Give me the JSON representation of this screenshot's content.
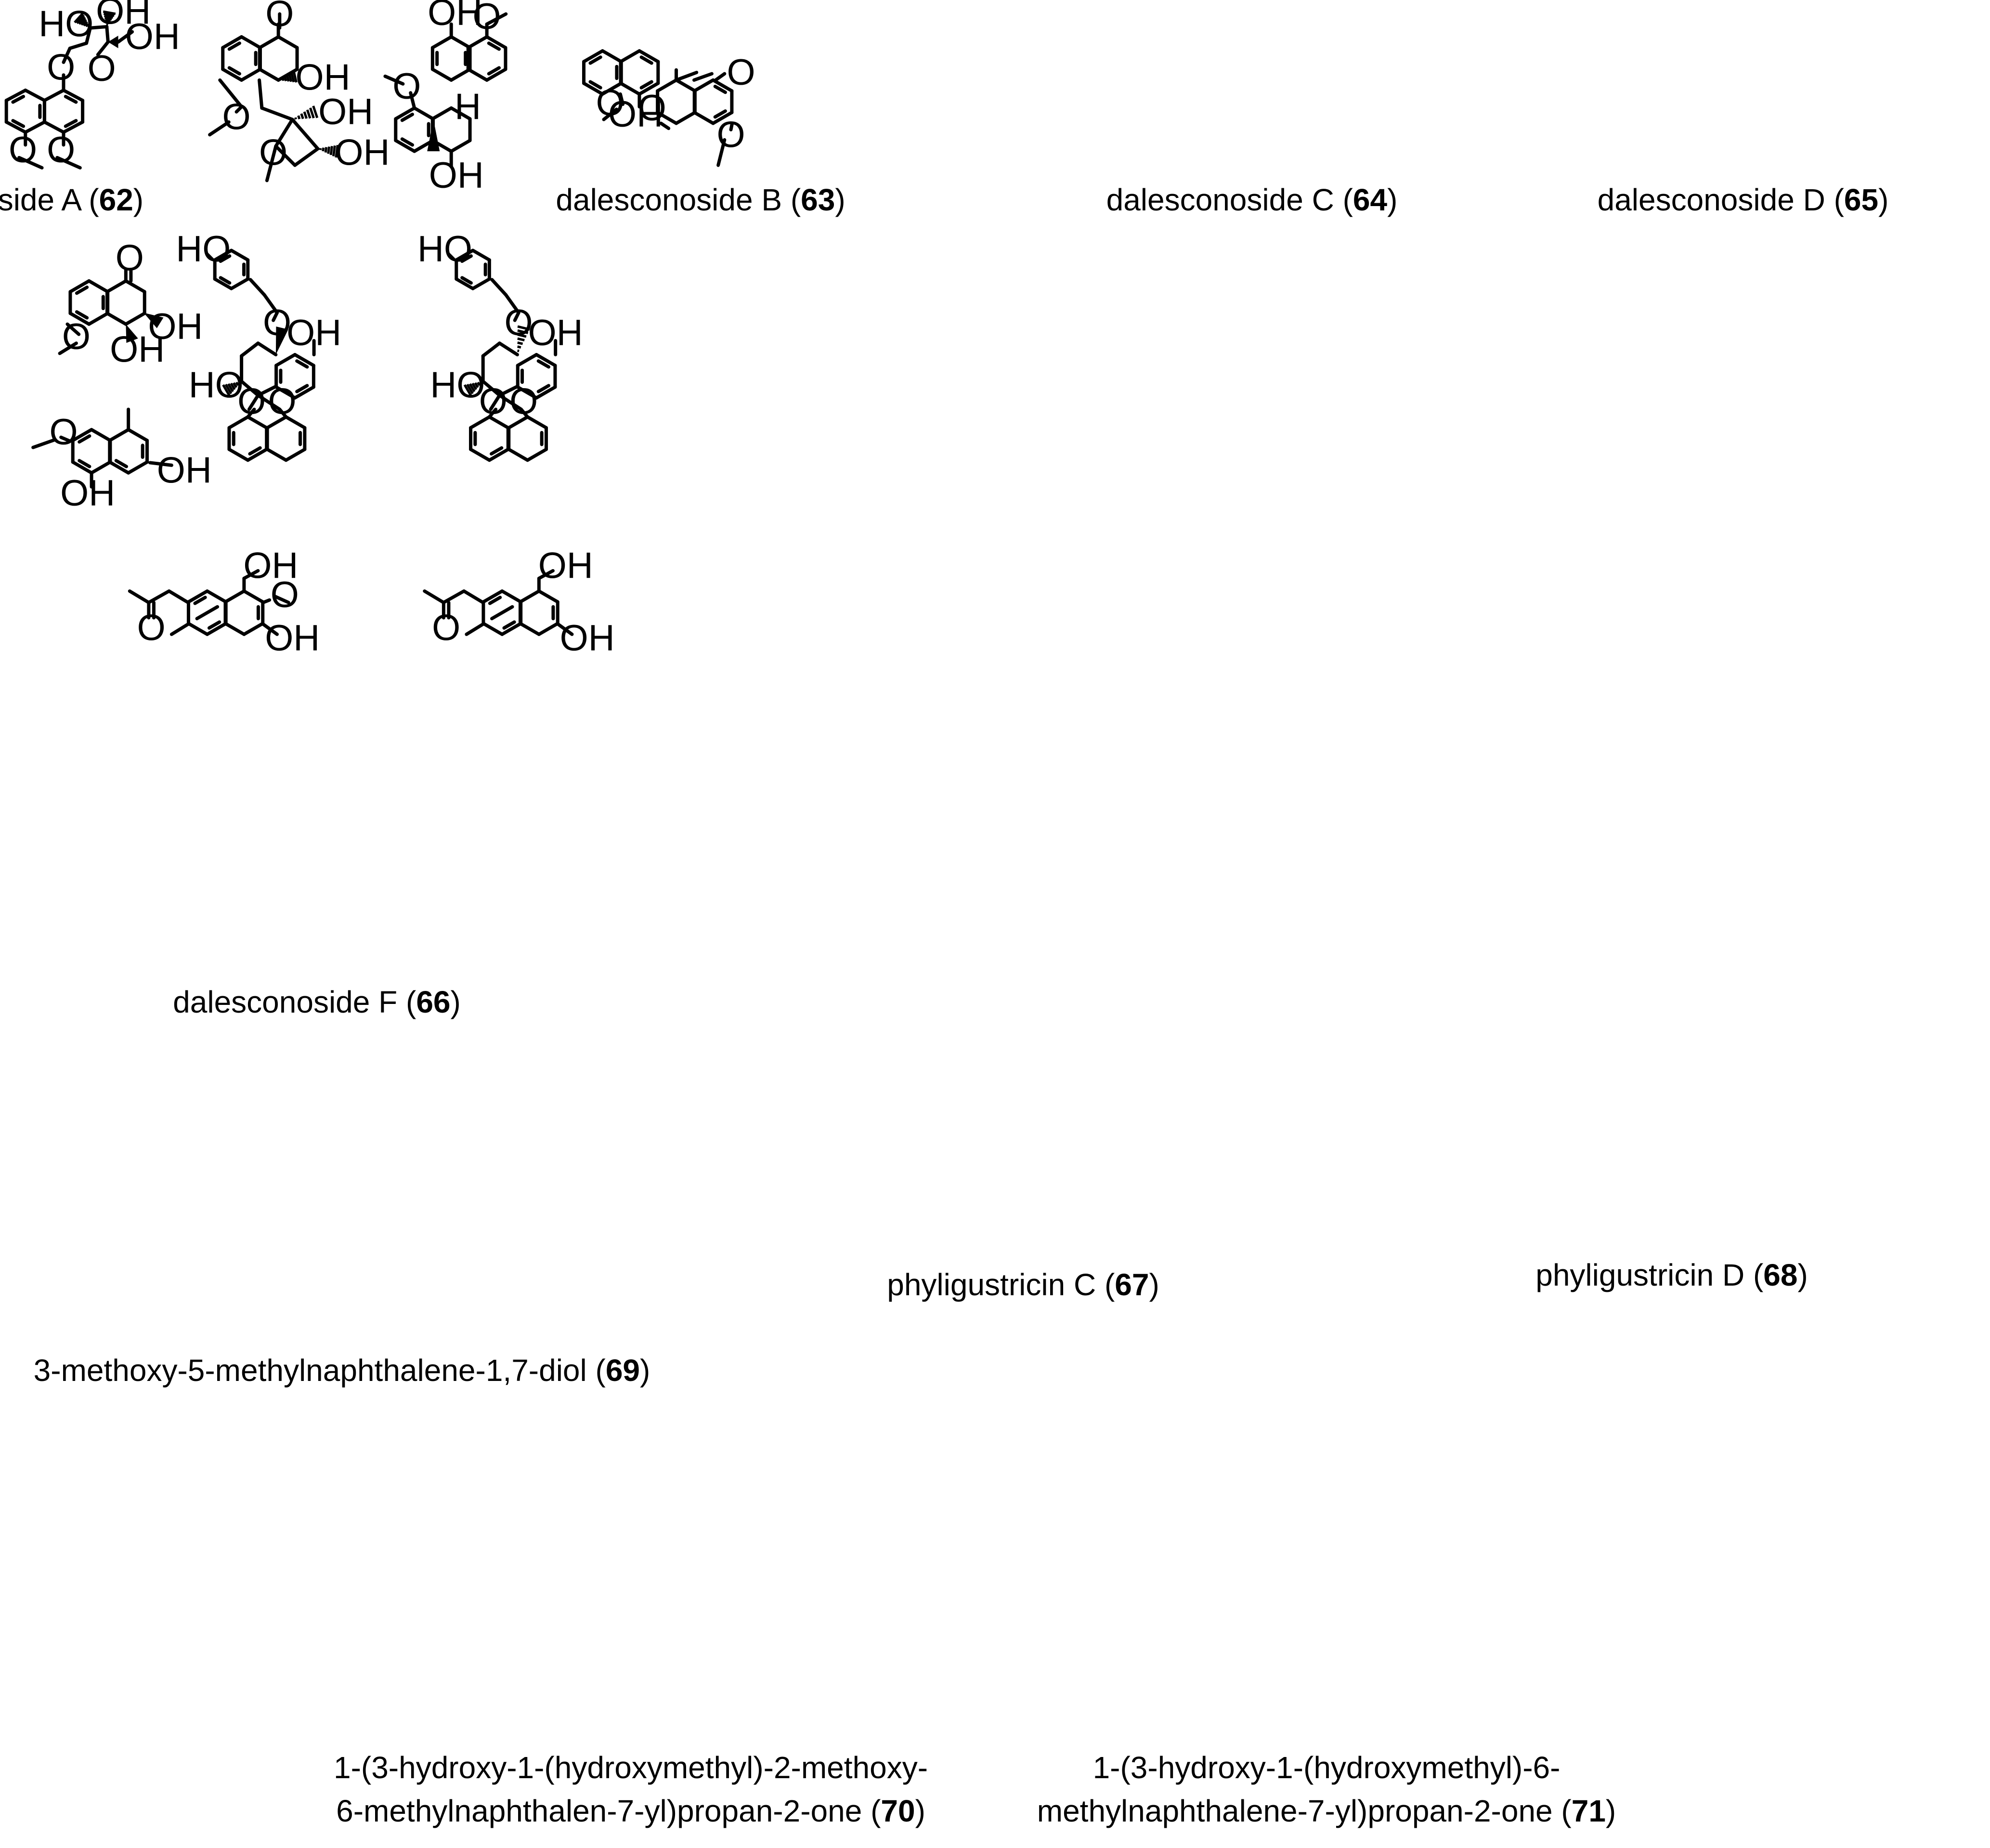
{
  "compounds": [
    {
      "id": "62",
      "caption": [
        {
          "text": "dalesconoside A (",
          "bold": false
        },
        {
          "text": "62",
          "bold": true
        },
        {
          "text": ")",
          "bold": false
        }
      ]
    },
    {
      "id": "63",
      "caption": [
        {
          "text": "dalesconoside B (",
          "bold": false
        },
        {
          "text": "63",
          "bold": true
        },
        {
          "text": ")",
          "bold": false
        }
      ]
    },
    {
      "id": "64",
      "caption": [
        {
          "text": "dalesconoside C (",
          "bold": false
        },
        {
          "text": "64",
          "bold": true
        },
        {
          "text": ")",
          "bold": false
        }
      ]
    },
    {
      "id": "65",
      "caption": [
        {
          "text": "dalesconoside D (",
          "bold": false
        },
        {
          "text": "65",
          "bold": true
        },
        {
          "text": ")",
          "bold": false
        }
      ]
    },
    {
      "id": "66",
      "caption": [
        {
          "text": "dalesconoside F (",
          "bold": false
        },
        {
          "text": "66",
          "bold": true
        },
        {
          "text": ")",
          "bold": false
        }
      ]
    },
    {
      "id": "67",
      "caption": [
        {
          "text": "phyligustricin C (",
          "bold": false
        },
        {
          "text": "67",
          "bold": true
        },
        {
          "text": ")",
          "bold": false
        }
      ]
    },
    {
      "id": "68",
      "caption": [
        {
          "text": "phyligustricin D (",
          "bold": false
        },
        {
          "text": "68",
          "bold": true
        },
        {
          "text": ")",
          "bold": false
        }
      ]
    },
    {
      "id": "69",
      "caption": [
        {
          "text": "3-methoxy-5-methylnaphthalene-1,7-diol (",
          "bold": false
        },
        {
          "text": "69",
          "bold": true
        },
        {
          "text": ")",
          "bold": false
        }
      ]
    },
    {
      "id": "70",
      "caption": [
        {
          "text": "1-(3-hydroxy-1-(hydroxymethyl)-2-methoxy-",
          "bold": false
        },
        {
          "text": "\n",
          "bold": false
        },
        {
          "text": "6-methylnaphthalen-7-yl)propan-2-one (",
          "bold": false
        },
        {
          "text": "70",
          "bold": true
        },
        {
          "text": ")",
          "bold": false
        }
      ]
    },
    {
      "id": "71",
      "caption": [
        {
          "text": "1-(3-hydroxy-1-(hydroxymethyl)-6-",
          "bold": false
        },
        {
          "text": "\n",
          "bold": false
        },
        {
          "text": "methylnaphthalene-7-yl)propan-2-one (",
          "bold": false
        },
        {
          "text": "71",
          "bold": true
        },
        {
          "text": ")",
          "bold": false
        }
      ]
    }
  ],
  "atoms": {
    "OH": "OH",
    "HO": "HO",
    "O": "O",
    "H": "H"
  }
}
